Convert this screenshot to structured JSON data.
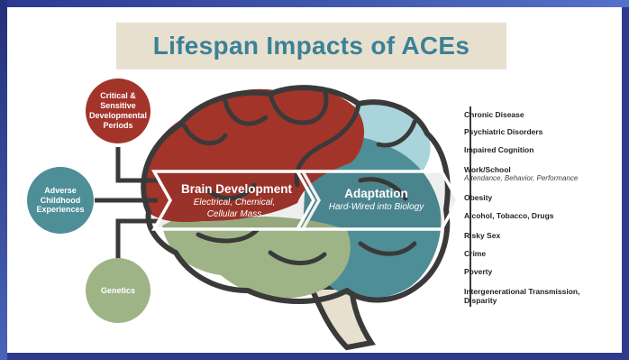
{
  "title": "Lifespan Impacts of ACEs",
  "colors": {
    "background_frame": "#2e3a8c",
    "title_box": "#e8e0cf",
    "title_text": "#3a8197",
    "red": "#a3342a",
    "teal": "#4e8e97",
    "green": "#9fb486",
    "light_blue": "#a9d4dc",
    "outline": "#3a3a3a",
    "stem": "#e8e0cf"
  },
  "factors": [
    {
      "label": "Critical & Sensitive Developmental Periods",
      "color": "red"
    },
    {
      "label": "Adverse Childhood Experiences",
      "color": "teal"
    },
    {
      "label": "Genetics",
      "color": "green"
    }
  ],
  "stages": [
    {
      "title": "Brain Development",
      "subtitle": "Electrical, Chemical, Cellular Mass"
    },
    {
      "title": "Adaptation",
      "subtitle": "Hard-Wired into Biology"
    }
  ],
  "outcomes": [
    {
      "label": "Chronic Disease"
    },
    {
      "label": "Psychiatric Disorders"
    },
    {
      "label": "Impaired Cognition"
    },
    {
      "label": "Work/School",
      "sub": "Attendance, Behavior, Performance"
    },
    {
      "label": "Obesity"
    },
    {
      "label": "Alcohol, Tobacco, Drugs"
    },
    {
      "label": "Risky Sex"
    },
    {
      "label": "Crime"
    },
    {
      "label": "Poverty"
    },
    {
      "label": "Intergenerational Transmission,",
      "sub": "Disparity"
    }
  ]
}
